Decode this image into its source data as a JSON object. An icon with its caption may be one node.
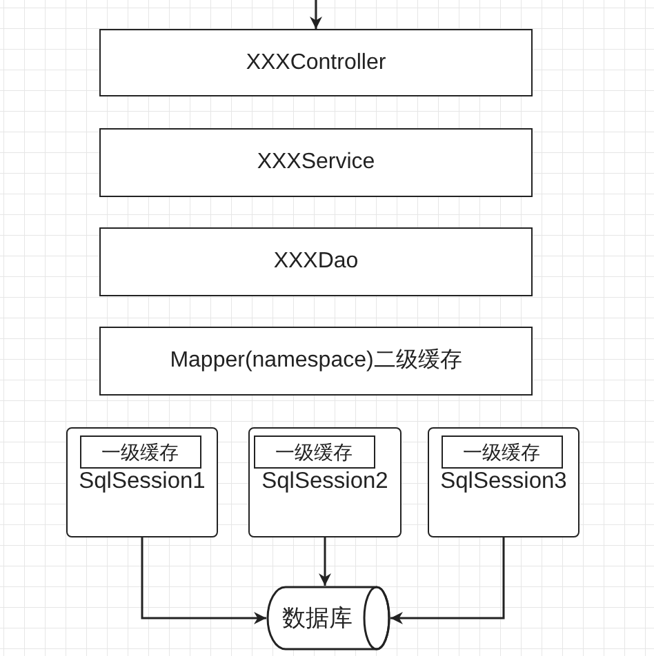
{
  "diagram": {
    "nodes": [
      {
        "text": [
          "XXXController"
        ]
      },
      {
        "text": [
          "XXXService"
        ]
      },
      {
        "text": [
          "XXXDao"
        ]
      },
      {
        "text": [
          "Mapper(namespace)二级缓存"
        ]
      },
      {
        "text": [
          "SqlSession1"
        ]
      },
      {
        "text": [
          "一级缓存"
        ],
        "in": 4
      },
      {
        "text": [
          "SqlSession2"
        ]
      },
      {
        "text": [
          "一级缓存"
        ],
        "in": 6
      },
      {
        "text": [
          "SqlSession3"
        ]
      },
      {
        "text": [
          "一级缓存"
        ],
        "in": 8
      },
      {
        "text": [
          "数据库"
        ]
      }
    ],
    "edges": [
      {
        "from": null,
        "to": 0,
        "arrow": "to"
      },
      {
        "from": 4,
        "to": 10,
        "arrow": "to"
      },
      {
        "from": 6,
        "to": 10,
        "arrow": "to"
      },
      {
        "from": 8,
        "to": 10,
        "arrow": "to"
      }
    ]
  }
}
